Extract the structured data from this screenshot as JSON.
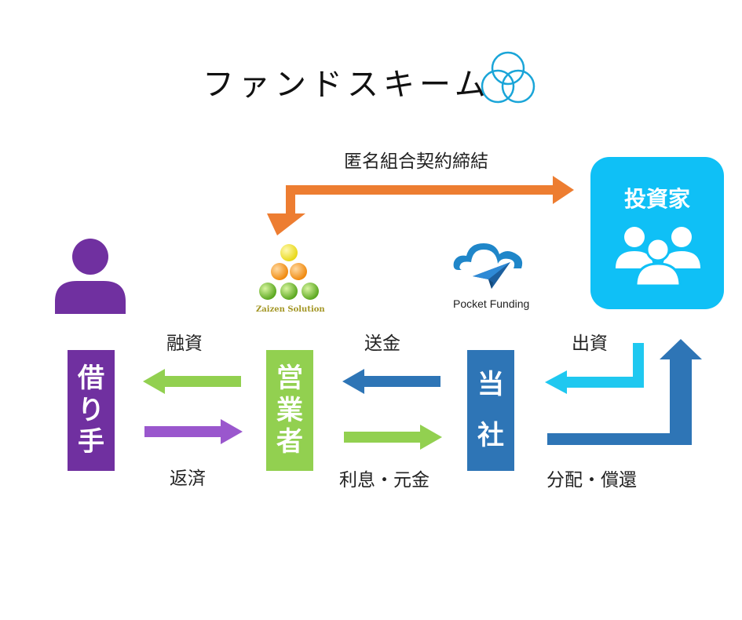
{
  "title": "ファンドスキーム",
  "contract_label": "匿名組合契約締結",
  "investor_label": "投資家",
  "borrower_label": "借り手",
  "operator_label": "営業者",
  "company_label": "当社",
  "flows": {
    "loan": "融資",
    "repay": "返済",
    "remit": "送金",
    "interest_principal": "利息・元金",
    "invest": "出資",
    "distribution": "分配・償還"
  },
  "logos": {
    "zaizen": "Zaizen Solution",
    "pocket": "Pocket Funding"
  },
  "colors": {
    "purple": "#7030a0",
    "light_purple": "#9a57cd",
    "green": "#92d050",
    "blue": "#2e75b6",
    "cyan": "#1fc8f0",
    "investor_bg": "#0fc0f6",
    "orange": "#ed7d31",
    "title_icon": "#1aa5d8"
  },
  "icons": [
    "circles-icon",
    "person-icon",
    "group-icon",
    "paper-plane-cloud-icon",
    "balls-pyramid-icon"
  ]
}
